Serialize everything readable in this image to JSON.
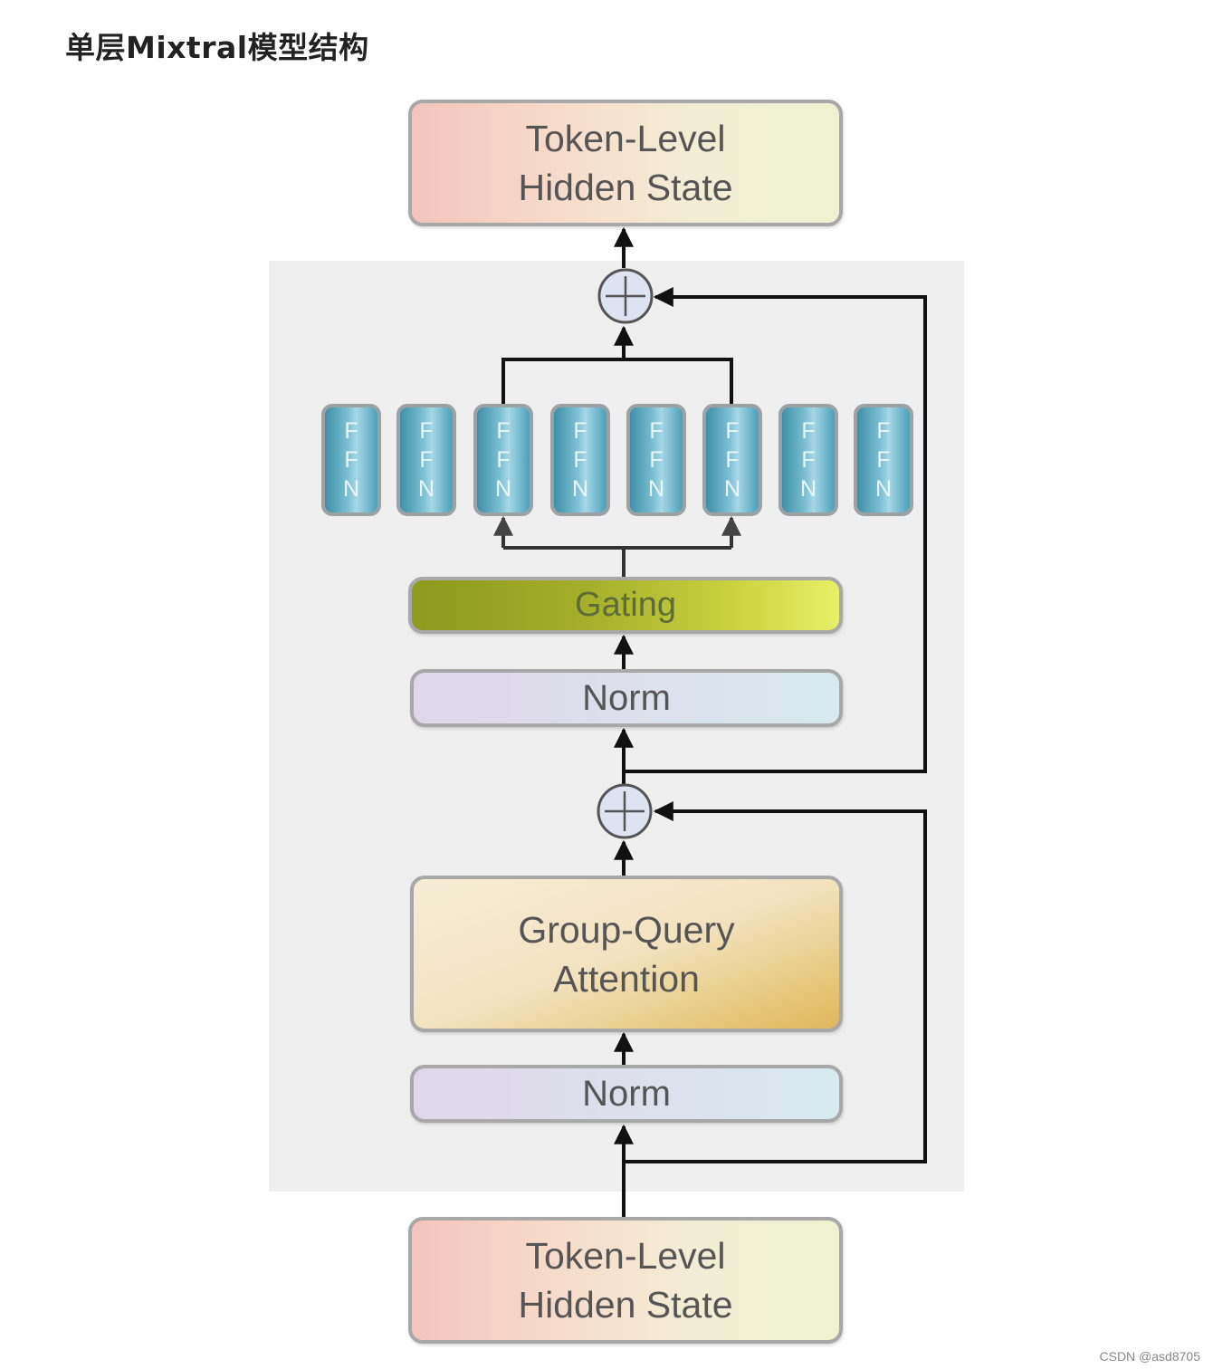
{
  "heading": "单层Mixtral模型结构",
  "top_state": {
    "line1": "Token-Level",
    "line2": "Hidden State"
  },
  "bottom_state": {
    "line1": "Token-Level",
    "line2": "Hidden State"
  },
  "ffn_experts": [
    {
      "l1": "F",
      "l2": "F",
      "l3": "N"
    },
    {
      "l1": "F",
      "l2": "F",
      "l3": "N"
    },
    {
      "l1": "F",
      "l2": "F",
      "l3": "N"
    },
    {
      "l1": "F",
      "l2": "F",
      "l3": "N"
    },
    {
      "l1": "F",
      "l2": "F",
      "l3": "N"
    },
    {
      "l1": "F",
      "l2": "F",
      "l3": "N"
    },
    {
      "l1": "F",
      "l2": "F",
      "l3": "N"
    },
    {
      "l1": "F",
      "l2": "F",
      "l3": "N"
    }
  ],
  "gating_label": "Gating",
  "norm_upper_label": "Norm",
  "attention": {
    "line1": "Group-Query",
    "line2": "Attention"
  },
  "norm_lower_label": "Norm",
  "watermark": "CSDN @asd8705",
  "colors": {
    "panel": "#efefef",
    "arrow": "#111111",
    "adder_fill": "#dde3f0",
    "ffn": "#5aa9c2",
    "gating": "#a4ae2a",
    "attention": "#e6c576"
  }
}
